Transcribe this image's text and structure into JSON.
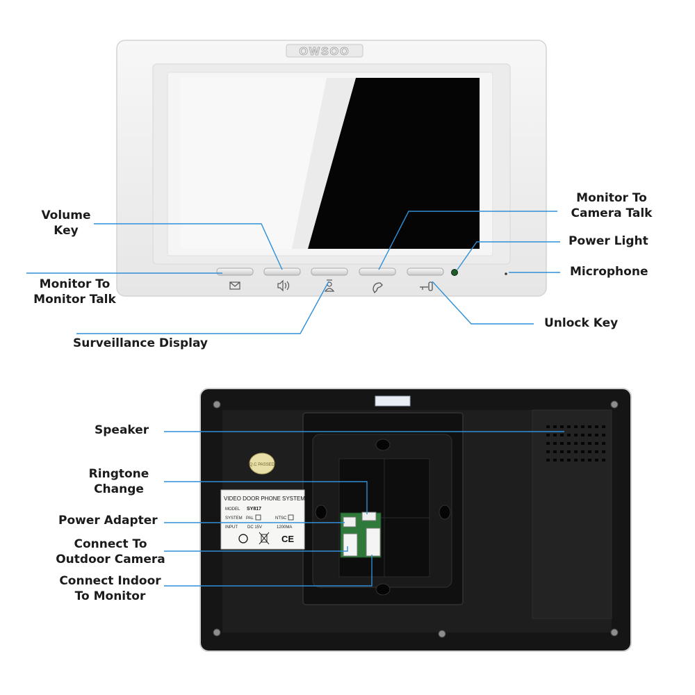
{
  "front_device": {
    "brand_logo": "OWSOO",
    "button_icons": [
      "envelope-icon",
      "speaker-volume-icon",
      "camera-person-icon",
      "handset-icon",
      "key-icon"
    ]
  },
  "front_callouts": {
    "volume_key": [
      "Volume",
      "Key"
    ],
    "monitor_to_monitor_talk": [
      "Monitor To",
      "Monitor Talk"
    ],
    "surveillance_display": "Surveillance Display",
    "monitor_to_camera_talk": [
      "Monitor To",
      "Camera Talk"
    ],
    "power_light": "Power Light",
    "microphone": "Microphone",
    "unlock_key": "Unlock Key"
  },
  "back_callouts": {
    "speaker": "Speaker",
    "ringtone_change": [
      "Ringtone",
      "Change"
    ],
    "power_adapter": "Power Adapter",
    "connect_outdoor_camera": [
      "Connect To",
      "Outdoor Camera"
    ],
    "connect_indoor_monitor": [
      "Connect Indoor",
      "To Monitor"
    ]
  },
  "back_label": {
    "title": "VIDEO DOOR PHONE SYSTEM",
    "model_label": "MODEL",
    "model_value": "SY817",
    "system_label": "SYSTEM",
    "pal": "PAL",
    "ntsc": "NTSC",
    "input_label": "INPUT",
    "input_voltage": "DC 15V",
    "input_current": "1200MA",
    "ce_mark": "CE",
    "qc_sticker": "Q.C PASSED"
  },
  "colors": {
    "callout_line": "#2f8fd6",
    "front_body": "#f3f3f3",
    "back_body": "#1c1c1c",
    "power_led": "#1f5a2a"
  }
}
